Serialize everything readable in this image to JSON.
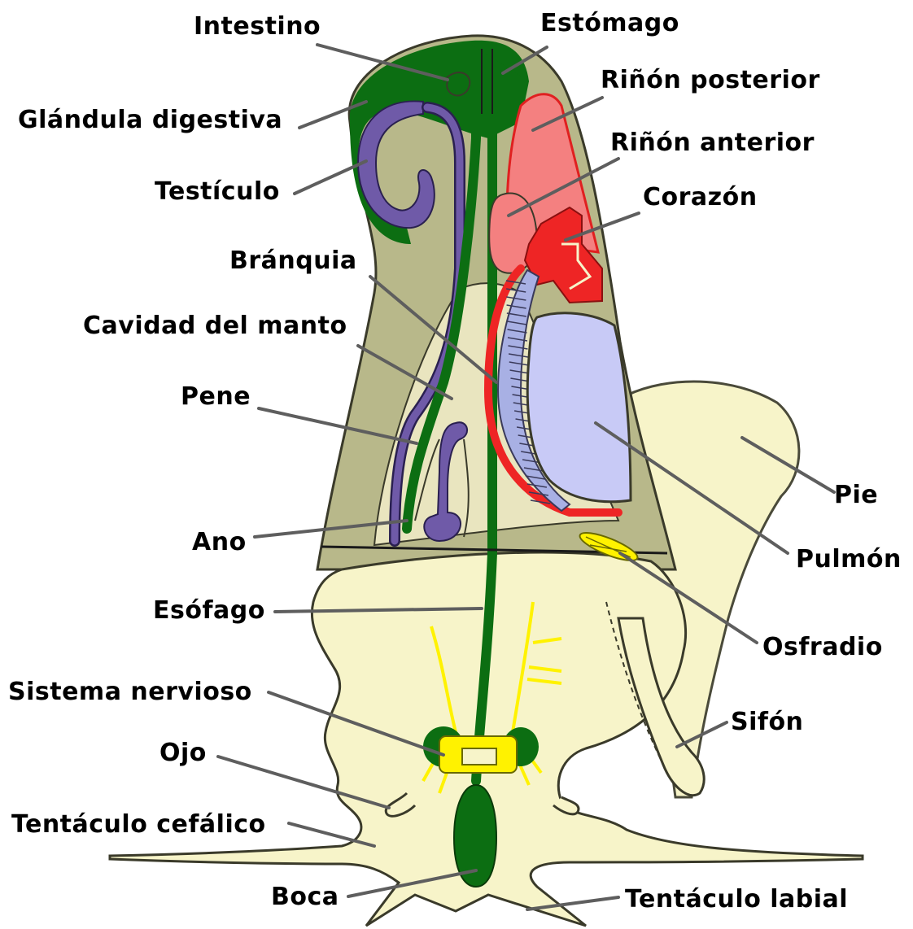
{
  "labels": {
    "intestino": "Intestino",
    "estomago": "Estómago",
    "rinon_posterior": "Riñón posterior",
    "glandula_digestiva": "Glándula digestiva",
    "rinon_anterior": "Riñón anterior",
    "testiculo": "Testículo",
    "corazon": "Corazón",
    "branquia": "Bránquia",
    "cavidad_manto": "Cavidad del manto",
    "pene": "Pene",
    "pie": "Pie",
    "ano": "Ano",
    "pulmon": "Pulmón",
    "esofago": "Esófago",
    "osfradio": "Osfradio",
    "sistema_nervioso": "Sistema nervioso",
    "sifon": "Sifón",
    "ojo": "Ojo",
    "tentaculo_cefalico": "Tentáculo cefálico",
    "boca": "Boca",
    "tentaculo_labial": "Tentáculo labial"
  },
  "colors": {
    "body_cream": "#f7f4c9",
    "mantle_olive": "#b8b88a",
    "digestive_green": "#0c6e12",
    "gonad_purple": "#6f5aa8",
    "kidney_pink": "#f48080",
    "heart_red": "#ee2525",
    "gill_blue": "#a8b0e4",
    "lung_lavender": "#c8caf6",
    "nerve_yellow": "#fff200",
    "leader_gray": "#5e5e5e"
  }
}
